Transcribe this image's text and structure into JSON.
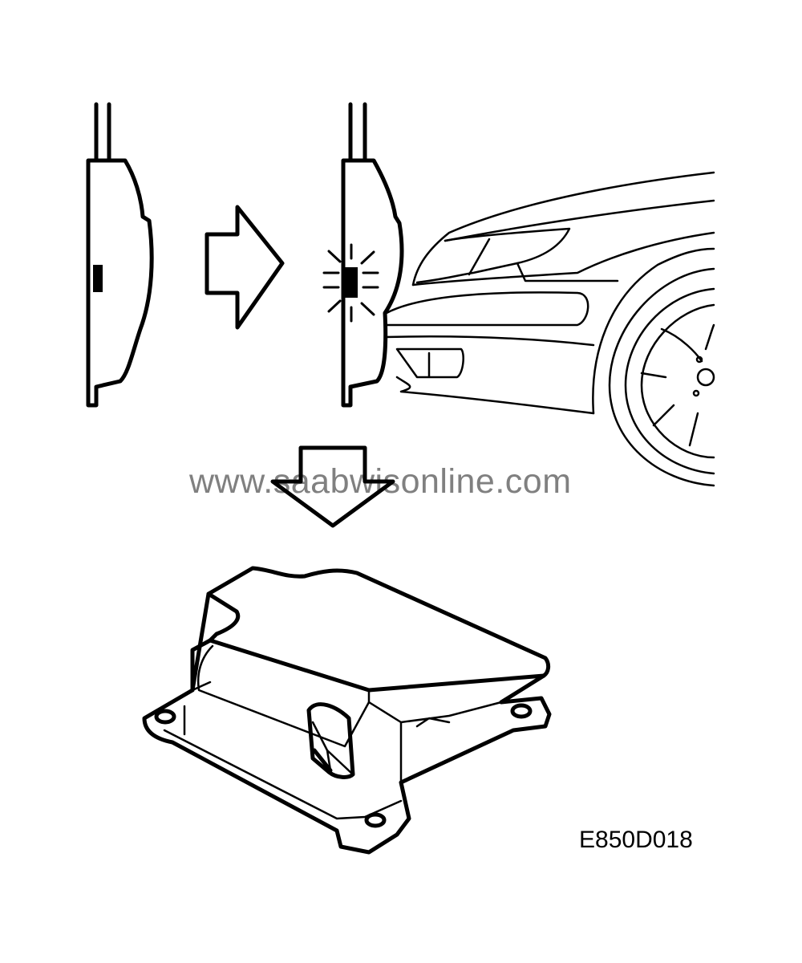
{
  "figure": {
    "code_label": "E850D018",
    "watermark": "www.saabwisonline.com",
    "colors": {
      "sensor_fill": "#6e7572",
      "line": "#000000",
      "watermark": "#808080"
    },
    "parts": [
      "crash-sensor-idle",
      "right-arrow",
      "crash-sensor-triggered",
      "car-front",
      "down-arrow",
      "airbag-control-module"
    ]
  }
}
